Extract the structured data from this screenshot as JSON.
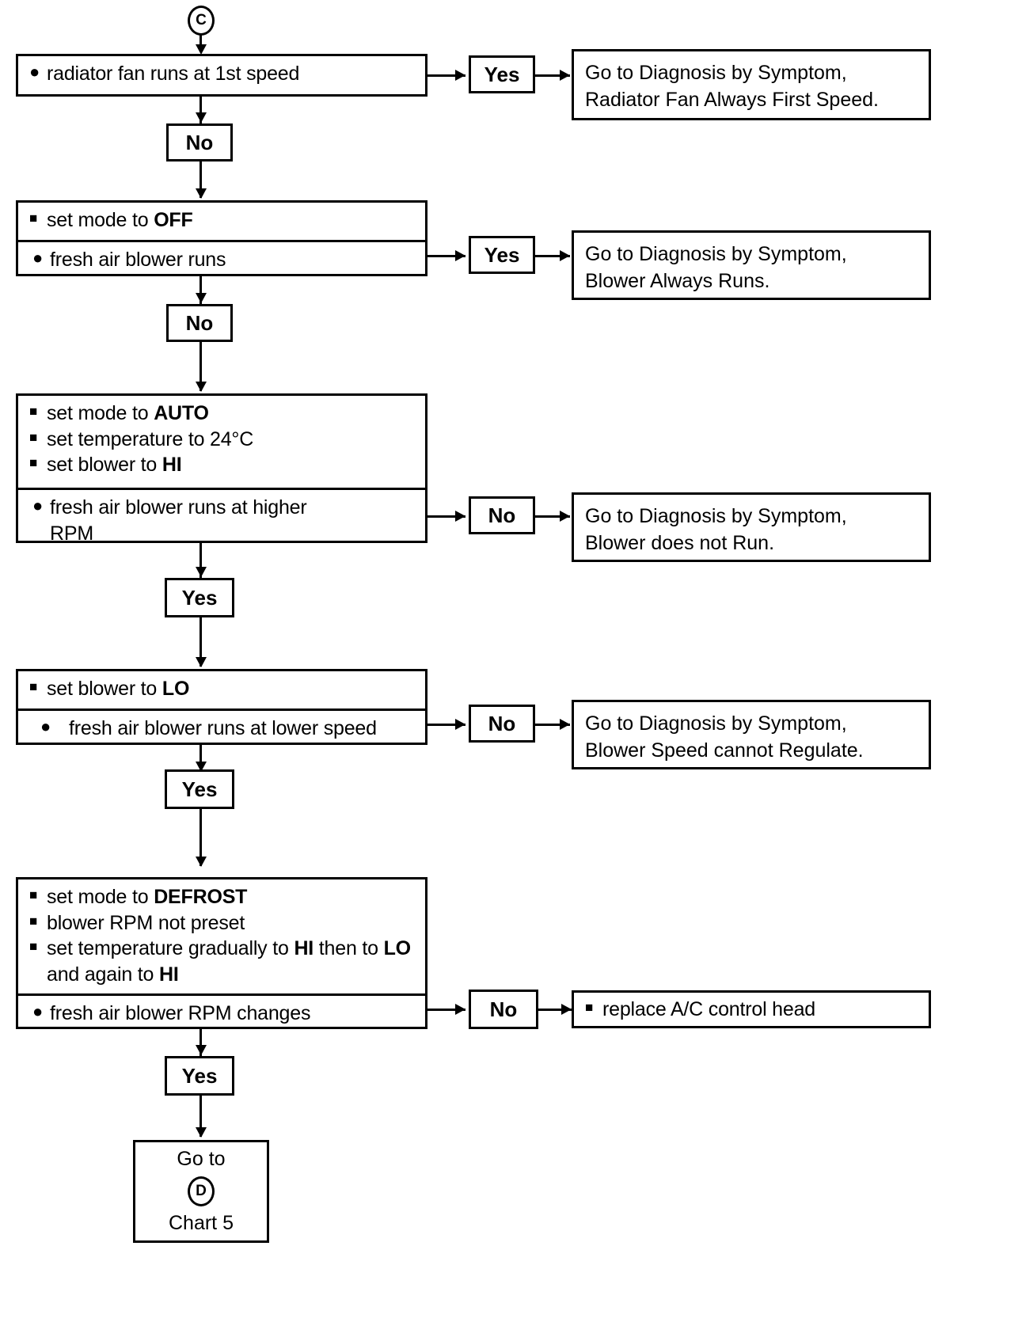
{
  "chart": {
    "entry_connector": "C",
    "steps": [
      {
        "id": "step-radiator-fan",
        "checks": [
          {
            "bullet": "dot",
            "text": "radiator fan runs at 1st speed"
          }
        ],
        "branch_label": "Yes",
        "result_lines": [
          "Go to  Diagnosis by Symptom,",
          "Radiator Fan Always First Speed."
        ],
        "pass_label": "No"
      },
      {
        "id": "step-mode-off",
        "actions": [
          {
            "bullet": "square",
            "text": "set mode to ",
            "bold": "OFF"
          }
        ],
        "checks": [
          {
            "bullet": "dot",
            "text": "fresh air blower runs"
          }
        ],
        "branch_label": "Yes",
        "result_lines": [
          "Go to  Diagnosis by Symptom,",
          "Blower Always Runs."
        ],
        "pass_label": "No"
      },
      {
        "id": "step-mode-auto",
        "actions": [
          {
            "bullet": "square",
            "text": "set mode to ",
            "bold": "AUTO"
          },
          {
            "bullet": "square",
            "text": "set temperature to 24°C"
          },
          {
            "bullet": "square",
            "text": "set blower to ",
            "bold": "HI"
          }
        ],
        "checks": [
          {
            "bullet": "dot",
            "text": "fresh air blower runs at higher RPM"
          }
        ],
        "branch_label": "No",
        "result_lines": [
          "Go to  Diagnosis by Symptom,",
          "Blower does not Run."
        ],
        "pass_label": "Yes"
      },
      {
        "id": "step-blower-lo",
        "actions": [
          {
            "bullet": "square",
            "text": "set blower to ",
            "bold": "LO"
          }
        ],
        "checks": [
          {
            "bullet": "dot",
            "text": "fresh air blower runs at lower speed"
          }
        ],
        "branch_label": "No",
        "result_lines": [
          "Go to  Diagnosis by Symptom,",
          "Blower Speed cannot Regulate."
        ],
        "pass_label": "Yes"
      },
      {
        "id": "step-mode-defrost",
        "actions": [
          {
            "bullet": "square",
            "text": "set mode to ",
            "bold": "DEFROST"
          },
          {
            "bullet": "square",
            "text": "blower RPM not preset"
          },
          {
            "bullet": "square",
            "text": "set temperature gradually to HI then to LO and again to HI"
          }
        ],
        "checks": [
          {
            "bullet": "dot",
            "text": "fresh air blower RPM changes"
          }
        ],
        "branch_label": "No",
        "result_lines": [
          "replace A/C control head"
        ],
        "pass_label": "Yes"
      }
    ],
    "terminal": {
      "line1": "Go to",
      "connector": "D",
      "line2": "Chart 5"
    },
    "labels": {
      "yes": "Yes",
      "no": "No"
    },
    "defrost_line3_a": "set temperature gradually to ",
    "defrost_line3_hi": "HI",
    "defrost_line3_b": " then",
    "defrost_line4_a": "to ",
    "defrost_line4_lo": "LO",
    "defrost_line4_b": " and again to ",
    "defrost_line4_hi": "HI",
    "auto_check_l1": "fresh air blower runs at higher",
    "auto_check_l2": "RPM",
    "replace_bullet": "square"
  },
  "colors": {
    "ink": "#000000",
    "paper": "#ffffff"
  }
}
